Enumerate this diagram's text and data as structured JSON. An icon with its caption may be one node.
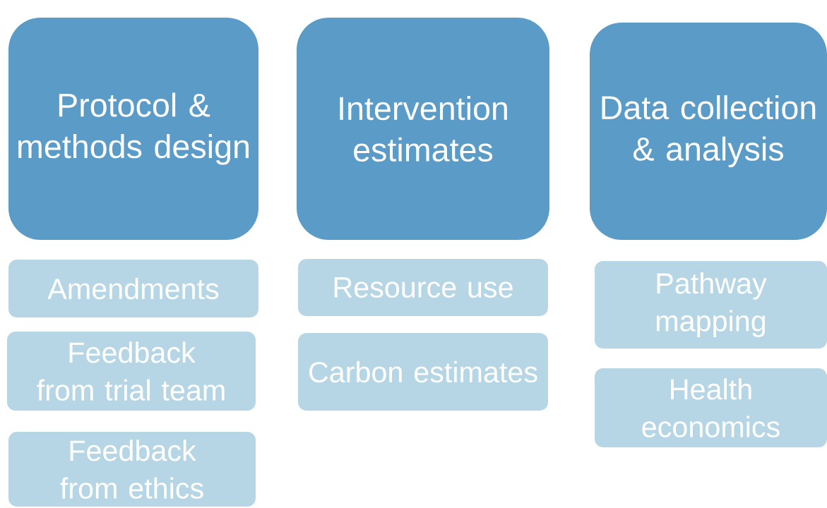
{
  "diagram": {
    "nodes": [
      {
        "text": [
          "Protocol & methods design"
        ]
      },
      {
        "text": [
          "Intervention estimates"
        ]
      },
      {
        "text": [
          "Data collection & analysis"
        ]
      },
      {
        "text": [
          "Amendments"
        ]
      },
      {
        "text": [
          "Feedback from trial team"
        ]
      },
      {
        "text": [
          "Feedback from ethics"
        ]
      },
      {
        "text": [
          "Resource use"
        ]
      },
      {
        "text": [
          "Carbon estimates"
        ]
      },
      {
        "text": [
          "Pathway mapping"
        ]
      },
      {
        "text": [
          "Health economics"
        ]
      }
    ]
  }
}
